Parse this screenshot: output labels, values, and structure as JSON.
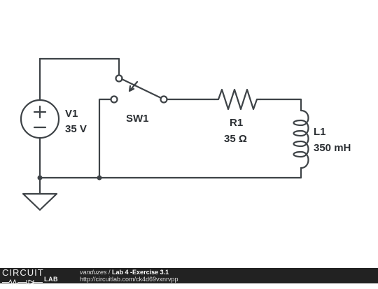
{
  "diagram": {
    "components": {
      "V1": {
        "name": "V1",
        "value": "35 V"
      },
      "SW1": {
        "name": "SW1"
      },
      "R1": {
        "name": "R1",
        "value": "35 Ω"
      },
      "L1": {
        "name": "L1",
        "value": "350 mH"
      }
    },
    "colors": {
      "wire": "#3e4347",
      "background": "#ffffff"
    }
  },
  "footer": {
    "brand_top": "CIRCUIT",
    "brand_bottom": "LAB",
    "author": "vanduzes",
    "separator": " / ",
    "title": "Lab 4 -Exercise 3.1",
    "url": "http://circuitlab.com/ck4d69vxnrvpp",
    "background": "#222222"
  }
}
